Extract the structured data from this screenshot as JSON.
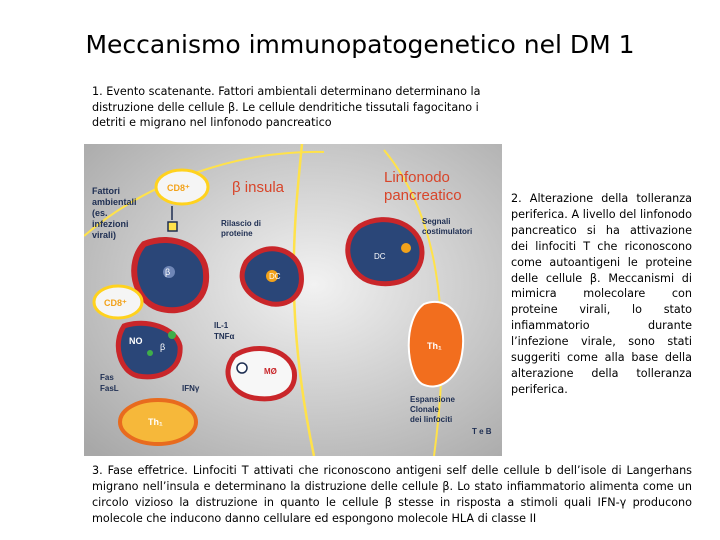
{
  "slide": {
    "title": "Meccanismo immunopatogenetico nel DM 1",
    "paragraph1": "1. Evento scatenante. Fattori ambientali determinano determinano la distruzione delle cellule β. Le cellule dendritiche tissutali fagocitano i detriti e migrano nel linfonodo pancreatico",
    "paragraph2": "2. Alterazione della tolleranza periferica. A livello del linfonodo pancreatico si ha attivazione dei linfociti T che riconoscono come autoantigeni le proteine delle cellule β. Meccanismi di mimicra molecolare con proteine virali, lo stato infiammatorio durante l’infezione virale, sono stati suggeriti come alla base della alterazione della tolleranza periferica.",
    "paragraph3": "3. Fase effetrice. Linfociti T attivati che riconoscono antigeni self delle cellule b dell’isole di Langerhans migrano nell’insula e determinano la distruzione delle cellule β. Lo stato infiammatorio alimenta come un circolo vizioso la distruzione in quanto le cellule β stesse in risposta a stimoli quali IFN-γ producono molecole che inducono danno cellulare ed espongono molecole HLA di classe II"
  },
  "figure": {
    "fattori_line1": "Fattori",
    "fattori_line2": "ambientali",
    "fattori_line3": "(es.",
    "fattori_line4": "infezioni",
    "fattori_line5": "virali)",
    "cd8_top": "CD8⁺",
    "cd8_left": "CD8⁺",
    "beta_insula": "β insula",
    "linfonodo_line1": "Linfonodo",
    "linfonodo_line2": "pancreatico",
    "rilascio_line1": "Rilascio di",
    "rilascio_line2": "proteine",
    "segnali_line1": "Segnali",
    "segnali_line2": "costimulatori",
    "beta_cell": "β",
    "dc_insula": "DC",
    "dc_node": "DC",
    "no": "NO",
    "beta_small": "β",
    "il1": "IL-1",
    "tnfa": "TNFα",
    "th1_node": "Th₁",
    "mo": "MØ",
    "fas": "Fas",
    "fasl": "FasL",
    "ifng": "IFNγ",
    "th1_insula": "Th₁",
    "espansione_line1": "Espansione",
    "espansione_line2": "Clonale",
    "espansione_line3": "dei linfociti",
    "teb": "T e B"
  }
}
